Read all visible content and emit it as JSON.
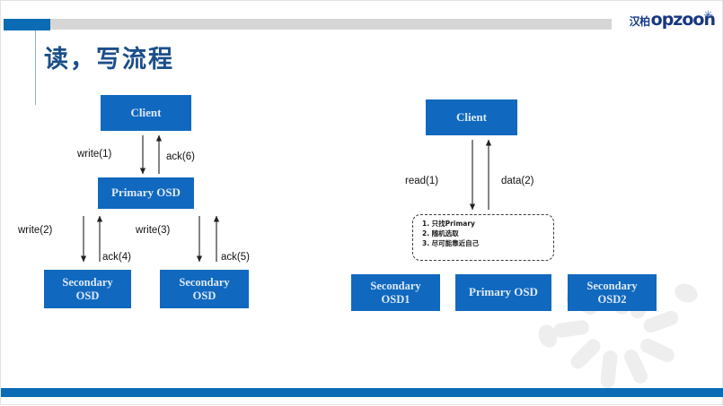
{
  "header": {
    "logo_cn": "汉柏",
    "logo_en": "opzoon",
    "logo_star": "✳"
  },
  "title": "读，写流程",
  "write_flow": {
    "nodes": {
      "client": "Client",
      "primary": "Primary OSD",
      "secondary_left": "Secondary\nOSD",
      "secondary_right": "Secondary\nOSD"
    },
    "labels": {
      "write1": "write(1)",
      "ack6": "ack(6)",
      "write2": "write(2)",
      "ack4": "ack(4)",
      "write3": "write(3)",
      "ack5": "ack(5)"
    }
  },
  "read_flow": {
    "nodes": {
      "client": "Client",
      "secondary1": "Secondary\nOSD1",
      "primary": "Primary OSD",
      "secondary2": "Secondary\nOSD2"
    },
    "labels": {
      "read1": "read(1)",
      "data2": "data(2)"
    },
    "note": [
      "1. 只找Primary",
      "2. 随机选取",
      "3. 尽可能靠近自己"
    ]
  },
  "colors": {
    "node_blue": "#1069bf",
    "accent_blue": "#0b6bb4",
    "title_blue": "#1b4f8a",
    "header_gray": "#d6d6d6",
    "watermark_gray": "#eeeeee"
  }
}
